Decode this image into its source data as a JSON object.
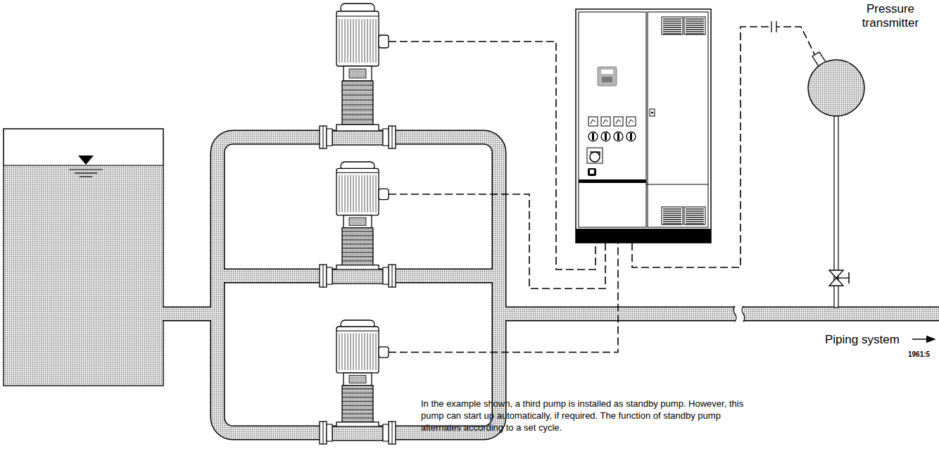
{
  "diagram": {
    "nodes": [
      {
        "text": [
          "Pressure transmitter"
        ]
      }
    ],
    "labels": [
      "Piping system",
      "1961:5",
      "In the example shown, a third pump is installed as standby pump. However, this pump can start up automatically, if required. The function of standby pump alternates according to a set cycle."
    ]
  }
}
